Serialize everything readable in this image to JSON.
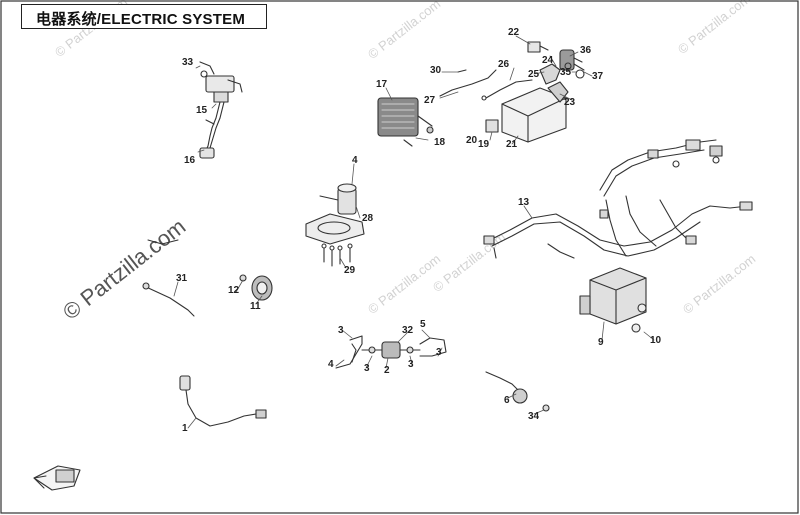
{
  "title": "电器系统/ELECTRIC SYSTEM",
  "watermark": "© Partzilla.com",
  "callouts": {
    "p1": "1",
    "p2": "2",
    "p3a": "3",
    "p3b": "3",
    "p3c": "3",
    "p3d": "3",
    "p4a": "4",
    "p4b": "4",
    "p5": "5",
    "p6": "6",
    "p9": "9",
    "p10": "10",
    "p11": "11",
    "p12": "12",
    "p13": "13",
    "p15": "15",
    "p16": "16",
    "p17": "17",
    "p18": "18",
    "p19": "19",
    "p20": "20",
    "p21": "21",
    "p22": "22",
    "p23": "23",
    "p24": "24",
    "p25": "25",
    "p26": "26",
    "p27": "27",
    "p28": "28",
    "p29": "29",
    "p30": "30",
    "p31": "31",
    "p32": "32",
    "p33": "33",
    "p34": "34",
    "p35": "35",
    "p36": "36",
    "p37": "37"
  },
  "colors": {
    "line": "#333333",
    "text": "#222222",
    "watermark": "#d2d2d2"
  },
  "icons": {
    "front_arrow": "front-direction-arrow-icon"
  }
}
